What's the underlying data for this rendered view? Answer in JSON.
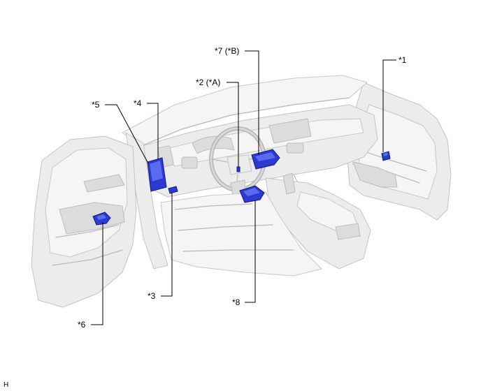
{
  "callouts": {
    "c1": "*1",
    "c2": "*2 (*A)",
    "c3": "*3",
    "c4": "*4",
    "c5": "*5",
    "c6": "*6",
    "c7": "*7 (*B)",
    "c8": "*8"
  },
  "footer_code": "H",
  "colors": {
    "component": "#2b3bd1",
    "interior": "#ececec",
    "leader": "#000000"
  }
}
